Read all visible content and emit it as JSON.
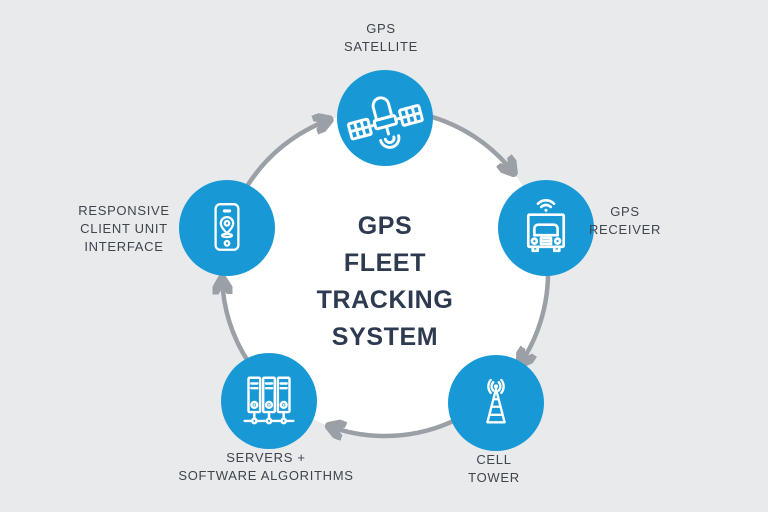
{
  "colors": {
    "background": "#e8eaec",
    "disk": "#ffffff",
    "accent": "#1899d6",
    "arrow": "#9aa0a6",
    "title_text": "#2d3a50",
    "label_text": "#3e454d",
    "icon": "#ffffff"
  },
  "title": {
    "lines": [
      "GPS",
      "FLEET",
      "TRACKING",
      "SYSTEM"
    ]
  },
  "nodes": [
    {
      "id": "gps-satellite",
      "icon": "satellite-icon",
      "label_lines": [
        "GPS",
        "SATELLITE"
      ]
    },
    {
      "id": "gps-receiver",
      "icon": "tracked-truck-icon",
      "label_lines": [
        "GPS",
        "RECEIVER"
      ]
    },
    {
      "id": "cell-tower",
      "icon": "cell-tower-icon",
      "label_lines": [
        "CELL",
        "TOWER"
      ]
    },
    {
      "id": "servers-software",
      "icon": "server-rack-icon",
      "label_lines": [
        "SERVERS +",
        "SOFTWARE ALGORITHMS"
      ]
    },
    {
      "id": "responsive-client",
      "icon": "smartphone-location-icon",
      "label_lines": [
        "RESPONSIVE",
        "CLIENT UNIT",
        "INTERFACE"
      ]
    }
  ],
  "arrows": [
    {
      "from": "gps-satellite",
      "to": "gps-receiver"
    },
    {
      "from": "gps-receiver",
      "to": "cell-tower"
    },
    {
      "from": "cell-tower",
      "to": "servers-software"
    },
    {
      "from": "servers-software",
      "to": "responsive-client"
    },
    {
      "from": "responsive-client",
      "to": "gps-satellite"
    }
  ]
}
